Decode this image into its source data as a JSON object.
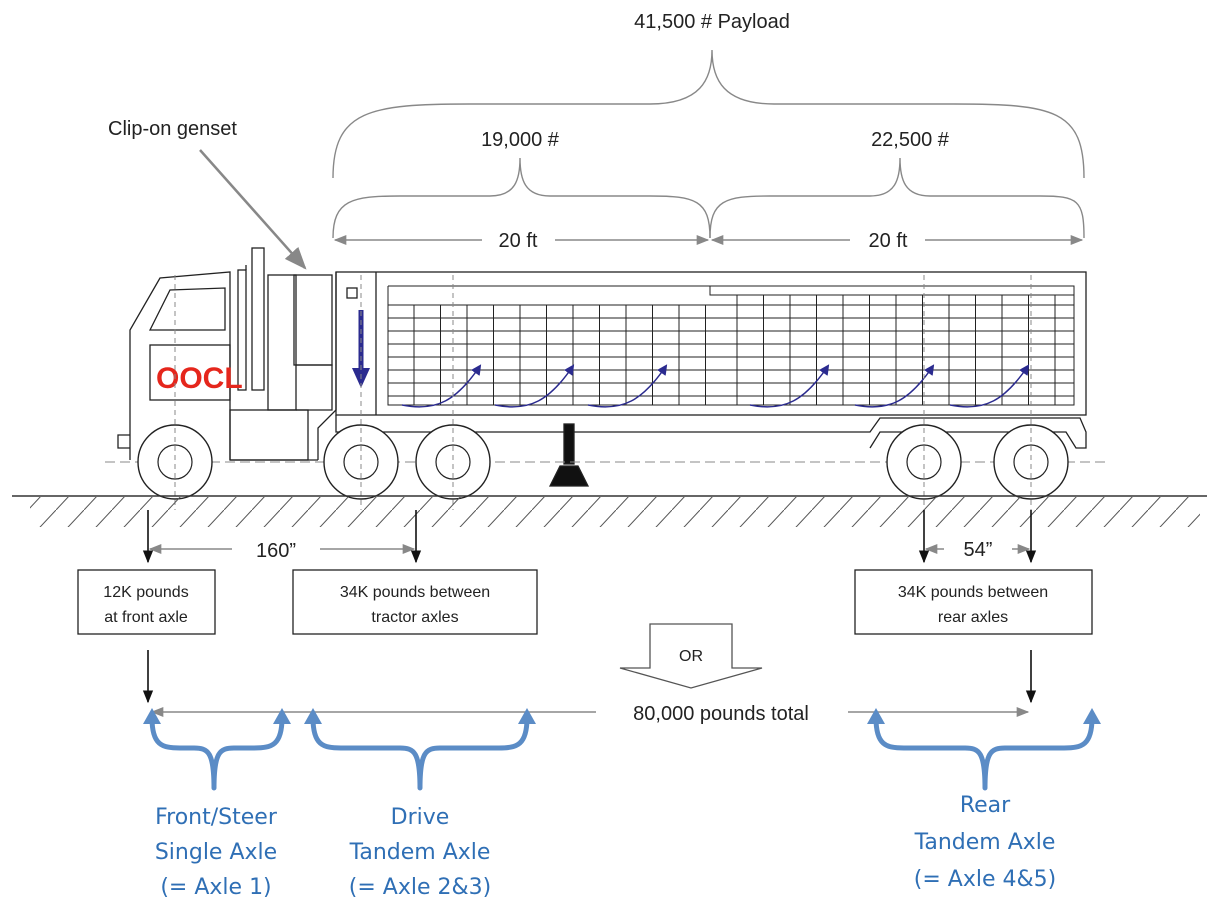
{
  "payload": {
    "total": "41,500 # Payload",
    "front_half": "19,000 #",
    "rear_half": "22,500 #",
    "front_length": "20 ft",
    "rear_length": "20 ft"
  },
  "genset_label": "Clip-on genset",
  "brand": "OOCL",
  "spacing": {
    "front_to_drive": "160”",
    "rear_axles": "54”"
  },
  "boxes": {
    "front": [
      "12K pounds",
      "at front axle"
    ],
    "drive": [
      "34K pounds between",
      "tractor axles"
    ],
    "rear": [
      "34K pounds between",
      "rear axles"
    ]
  },
  "or_label": "OR",
  "total_label": "80,000 pounds total",
  "groups": {
    "front": [
      "Front/Steer",
      "Single Axle",
      "(= Axle 1)"
    ],
    "drive": [
      "Drive",
      "Tandem Axle",
      "(= Axle 2&3)"
    ],
    "rear": [
      "Rear",
      "Tandem Axle",
      "(= Axle 4&5)"
    ]
  },
  "colors": {
    "line": "#222222",
    "gray": "#888888",
    "accent_blue": "#2f6fb5",
    "arrow_navy": "#2b2b8f",
    "brand_red": "#e5261c"
  }
}
